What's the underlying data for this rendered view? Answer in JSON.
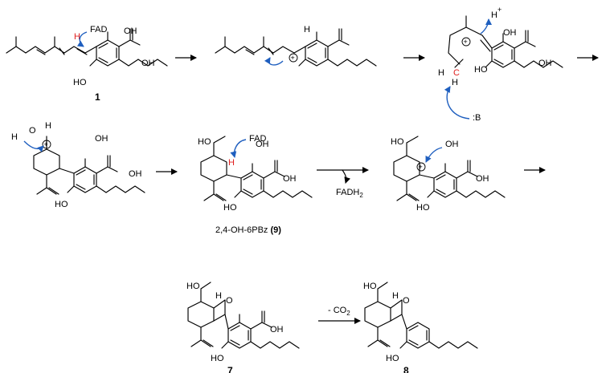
{
  "labels": {
    "fad": "FAD",
    "h": "H",
    "oh": "OH",
    "oh_acid": "OH",
    "o_acid": "O",
    "ho": "HO",
    "h_plus": "H",
    "plus": "+",
    "base": ":B",
    "h2c": "H",
    "two": "2",
    "c": "C",
    "o_minus": "O",
    "fadh": "FADH",
    "co2": "- CO",
    "o": "O"
  },
  "compounds": {
    "c1": "1",
    "c9_prefix": "2,4-OH-6PBz ",
    "c9_num": "(9)",
    "c7": "7",
    "c8": "8"
  },
  "colors": {
    "arrow_curly": "#1f5fbf",
    "highlight": "#e0201f",
    "ink": "#000000"
  }
}
